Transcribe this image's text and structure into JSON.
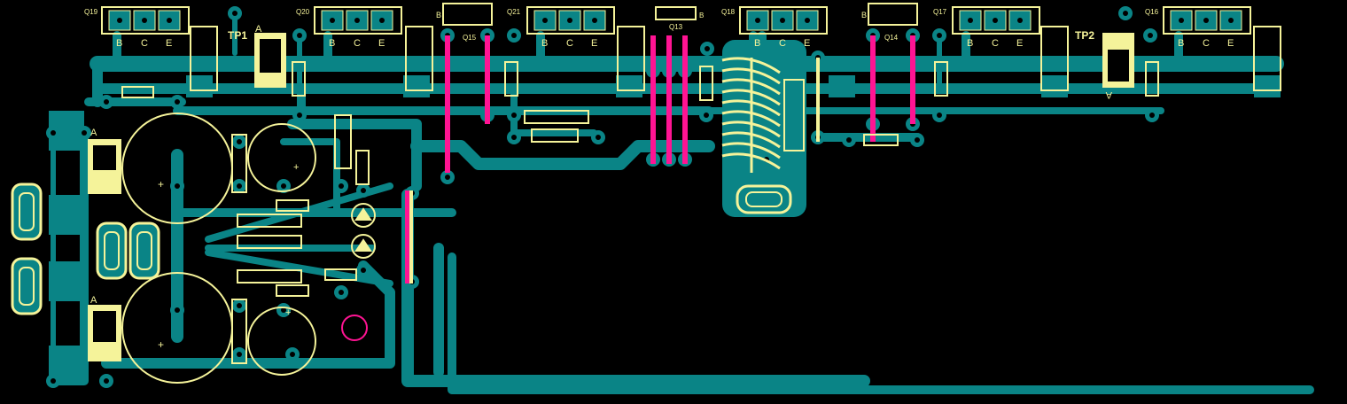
{
  "board": {
    "background": "#000000",
    "colors": {
      "trace": "#0a8486",
      "silk": "#f5f39a",
      "via_pink": "#ff1493",
      "pad": "#0a8486",
      "hole": "#000000"
    }
  },
  "transistors": [
    {
      "ref": "Q19",
      "pins": [
        "B",
        "C",
        "E"
      ]
    },
    {
      "ref": "Q20",
      "pins": [
        "B",
        "C",
        "E"
      ]
    },
    {
      "ref": "Q21",
      "pins": [
        "B",
        "C",
        "E"
      ]
    },
    {
      "ref": "Q18",
      "pins": [
        "B",
        "C",
        "E"
      ]
    },
    {
      "ref": "Q17",
      "pins": [
        "B",
        "C",
        "E"
      ]
    },
    {
      "ref": "Q16",
      "pins": [
        "B",
        "C",
        "E"
      ]
    }
  ],
  "small_transistors": [
    {
      "ref": "Q15",
      "pin_mark": "B"
    },
    {
      "ref": "Q13",
      "pin_mark": "B"
    },
    {
      "ref": "Q14",
      "pin_mark": "B"
    }
  ],
  "test_points": [
    {
      "ref": "TP1",
      "anode": "A"
    },
    {
      "ref": "TP2",
      "anode": "A"
    }
  ],
  "diode_marks": {
    "left_top": "A",
    "left_bottom": "A"
  },
  "polarity": {
    "plus": "+"
  }
}
